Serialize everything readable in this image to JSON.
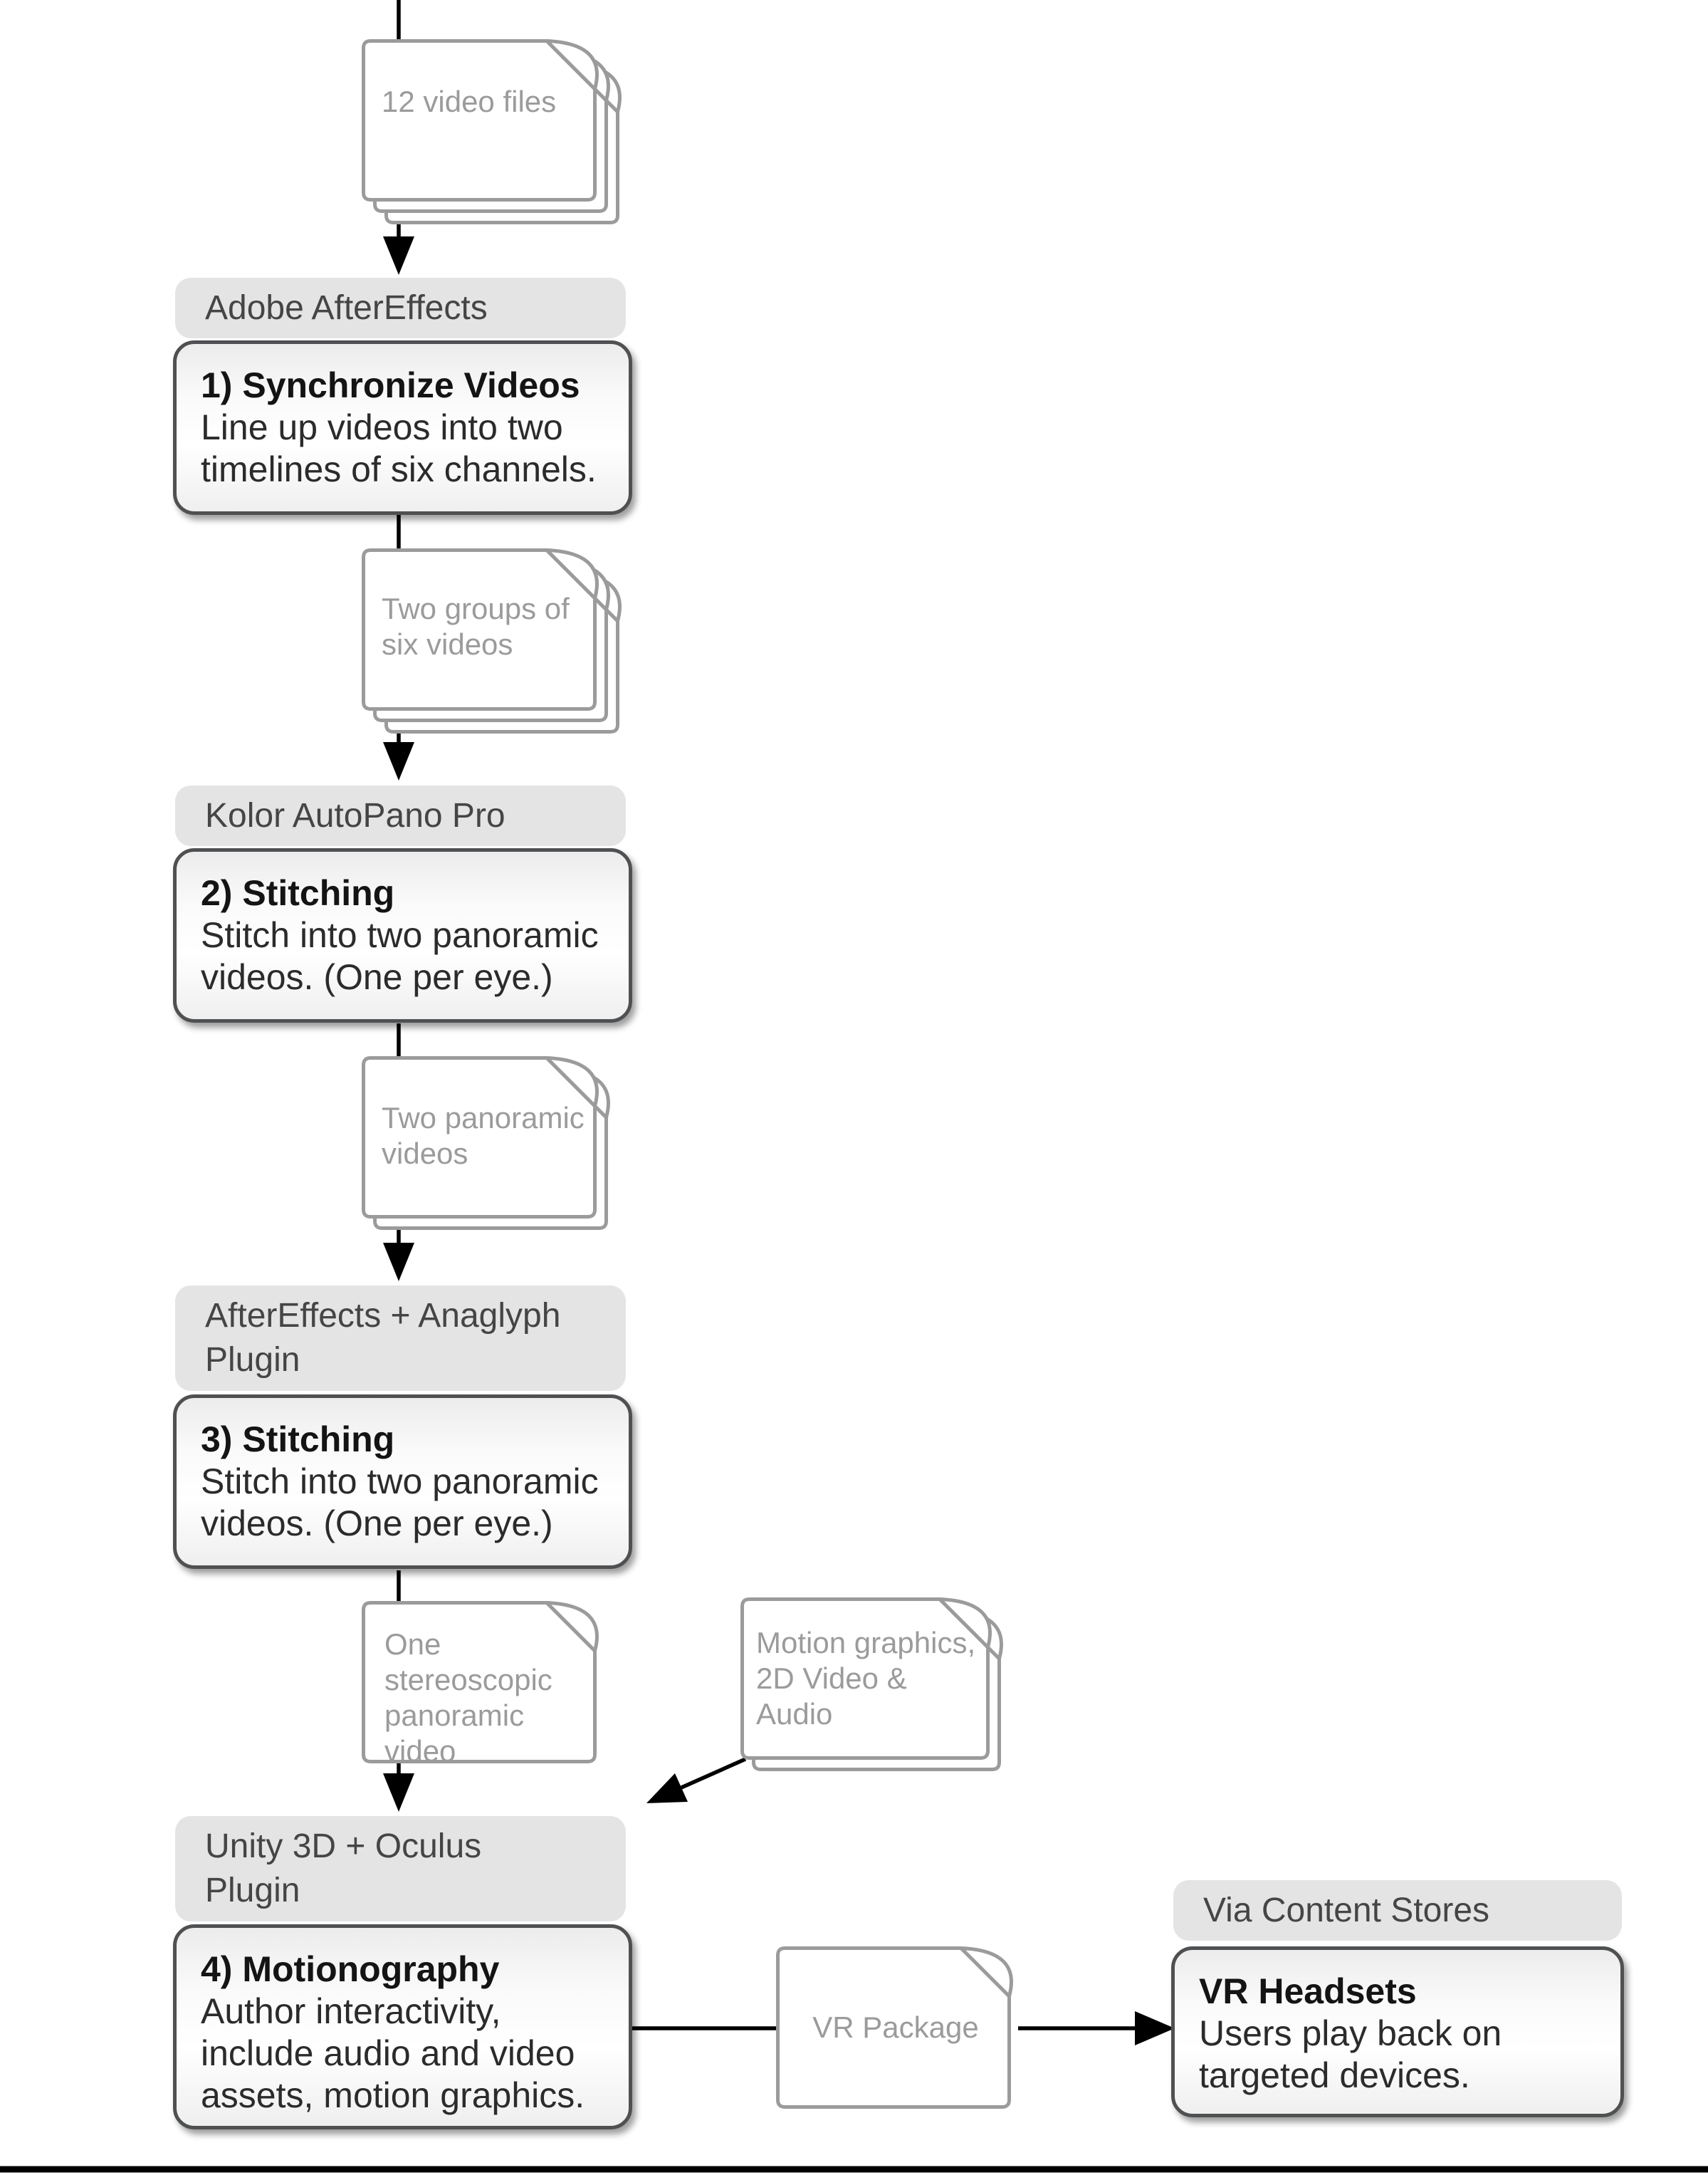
{
  "flow": {
    "docs": {
      "video_files": {
        "label": "12 video files"
      },
      "groups": {
        "label": "Two groups of\nsix videos"
      },
      "panoramic": {
        "label": "Two panoramic\nvideos"
      },
      "stereo": {
        "label": "One\nstereoscopic\npanoramic video"
      },
      "motion": {
        "label": "Motion graphics,\n2D Video &\nAudio"
      },
      "package": {
        "label": "VR Package"
      }
    },
    "stages": {
      "sync": {
        "tool": "Adobe AfterEffects",
        "title": "1) Synchronize Videos",
        "body": "Line up videos into two\ntimelines of six channels."
      },
      "stitch2": {
        "tool": "Kolor AutoPano Pro",
        "title": "2) Stitching",
        "body": "Stitch into two panoramic\nvideos. (One per eye.)"
      },
      "stitch3": {
        "tool": "AfterEffects + Anaglyph\nPlugin",
        "title": "3) Stitching",
        "body": "Stitch into two panoramic\nvideos. (One per eye.)"
      },
      "motionography": {
        "tool": "Unity 3D + Oculus\nPlugin",
        "title": "4) Motionography",
        "body": "Author interactivity,\ninclude audio and video\nassets, motion graphics."
      },
      "playback": {
        "tool": "Via Content Stores",
        "title": "VR Headsets",
        "body": "Users play back on\ntargeted devices."
      }
    },
    "colors": {
      "header_bg": "#e4e4e4",
      "header_text": "#454545",
      "box_border": "#4f5052",
      "box_title": "#141414",
      "box_text": "#2b2b2b",
      "doc_stroke": "#9b9b9b",
      "doc_text": "#9b9b9b",
      "arrow": "#000000"
    }
  }
}
